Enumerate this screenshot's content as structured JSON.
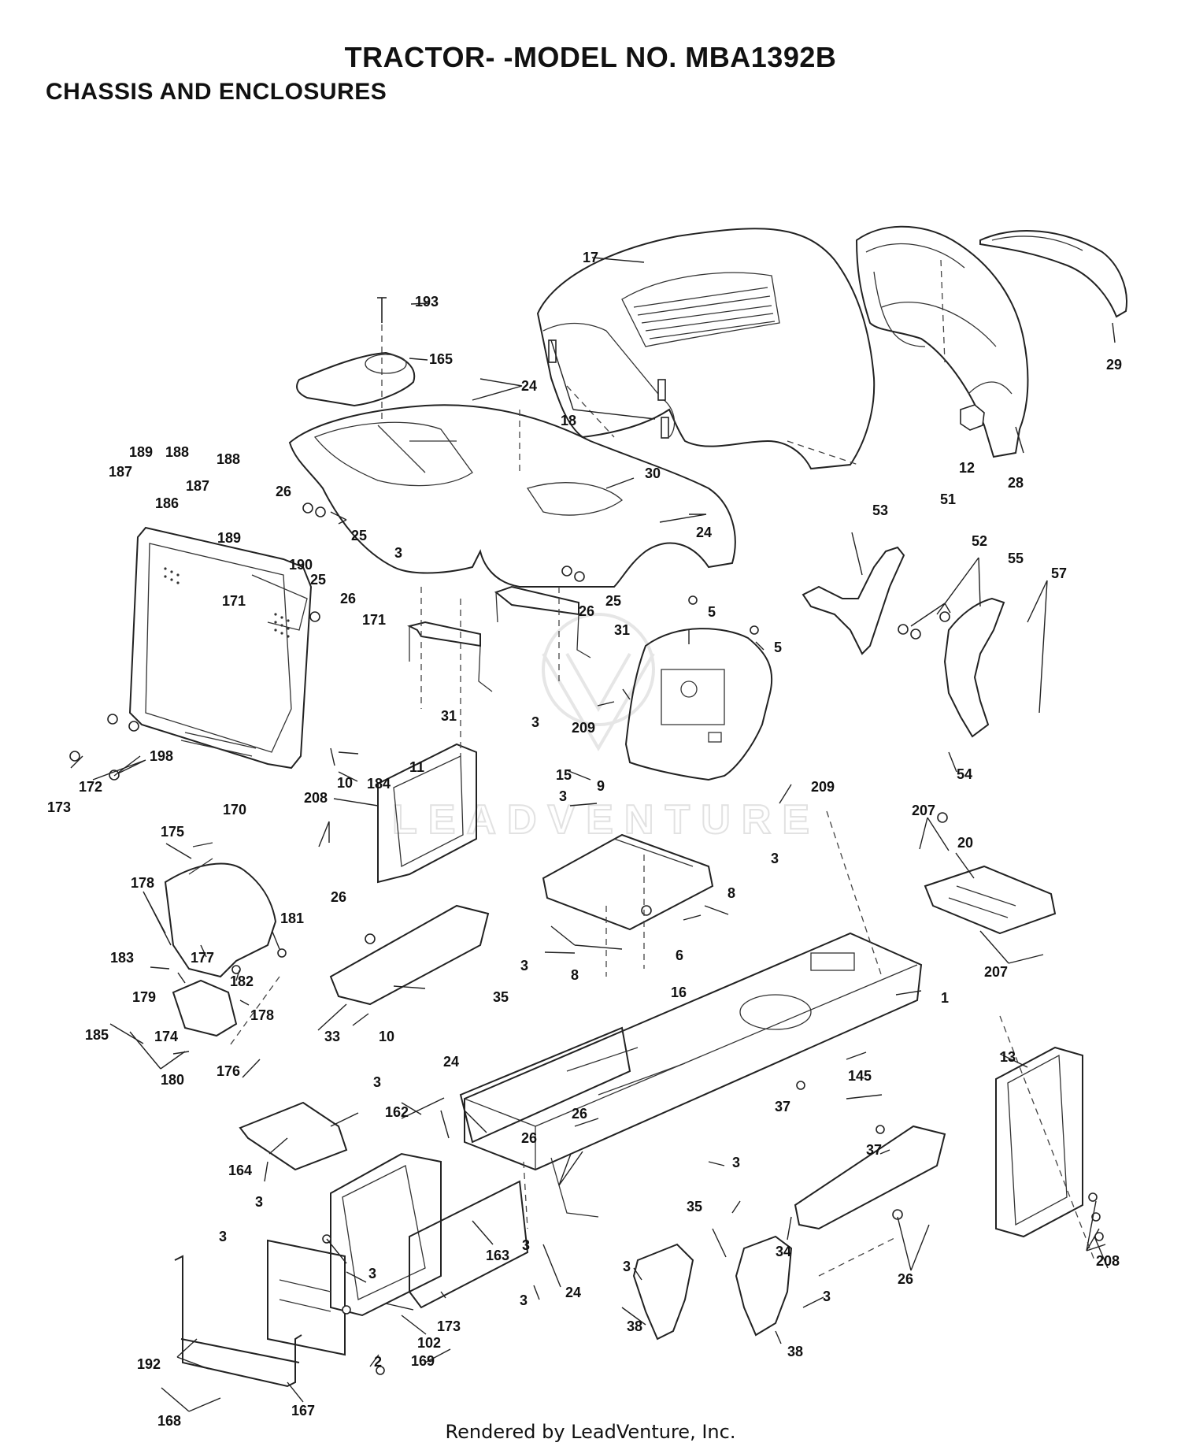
{
  "header": {
    "title": "TRACTOR- -MODEL NO. MBA1392B",
    "subtitle": "CHASSIS AND ENCLOSURES"
  },
  "footer": {
    "text": "Rendered by LeadVenture, Inc."
  },
  "watermark": {
    "text": "LEADVENTURE"
  },
  "callouts": [
    "17",
    "193",
    "165",
    "24",
    "18",
    "29",
    "12",
    "28",
    "30",
    "189",
    "188",
    "187",
    "186",
    "190",
    "171",
    "25",
    "26",
    "3",
    "31",
    "53",
    "51",
    "52",
    "55",
    "57",
    "5",
    "209",
    "9",
    "54",
    "198",
    "172",
    "173",
    "170",
    "10",
    "184",
    "11",
    "208",
    "15",
    "207",
    "20",
    "175",
    "178",
    "181",
    "183",
    "177",
    "179",
    "182",
    "185",
    "174",
    "180",
    "176",
    "33",
    "35",
    "8",
    "6",
    "16",
    "1",
    "145",
    "37",
    "13",
    "162",
    "164",
    "163",
    "102",
    "192",
    "168",
    "167",
    "169",
    "2",
    "34",
    "38"
  ]
}
